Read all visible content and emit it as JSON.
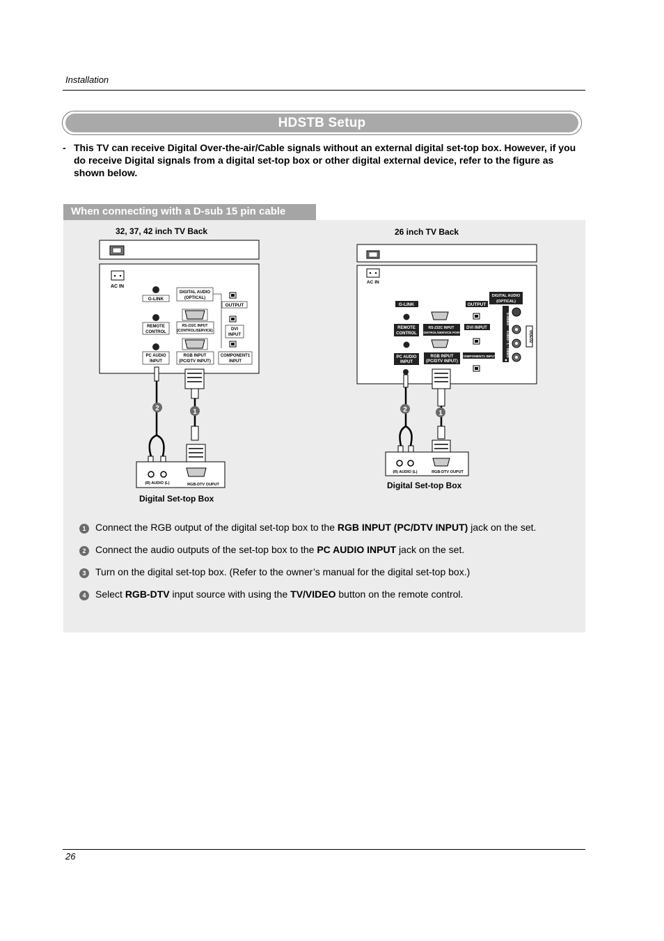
{
  "header": {
    "section": "Installation"
  },
  "title": "HDSTB Setup",
  "intro": {
    "dash": "-",
    "text": "This TV can receive Digital Over-the-air/Cable signals without an external digital set-top box. However, if you do receive Digital signals from a digital set-top box or other digital external device, refer to the figure as shown below."
  },
  "subheading": "When connecting with a D-sub 15 pin cable",
  "left_diagram": {
    "caption": "32, 37, 42 inch TV Back",
    "box_caption": "Digital Set-top Box",
    "labels": {
      "ac_in": "AC IN",
      "g_link": "G-LINK",
      "digital_audio_1": "DIGITAL AUDIO",
      "digital_audio_2": "(OPTICAL)",
      "output": "OUTPUT",
      "remote_1": "REMOTE",
      "remote_2": "CONTROL",
      "rs232_1": "RS-232C INPUT",
      "rs232_2": "(CONTROL/SERVICE)",
      "dvi_1": "DVI",
      "dvi_2": "INPUT",
      "pcaudio_1": "PC AUDIO",
      "pcaudio_2": "INPUT",
      "rgb_1": "RGB INPUT",
      "rgb_2": "(PC/DTV INPUT)",
      "comp_1": "COMPONENT1",
      "comp_2": "INPUT",
      "audio_out": "(R) AUDIO (L)",
      "rgb_out": "RGB-DTV OUPUT",
      "callout_1": "1",
      "callout_2": "2"
    }
  },
  "right_diagram": {
    "caption": "26 inch TV Back",
    "box_caption": "Digital Set-top Box",
    "labels": {
      "ac_in": "AC IN",
      "g_link": "G-LINK",
      "output": "OUTPUT",
      "digital_audio_1": "DIGITAL AUDIO",
      "digital_audio_2": "(OPTICAL)",
      "remote_1": "REMOTE",
      "remote_2": "CONTROL",
      "rs232_1": "RS-232C INPUT",
      "rs232_2": "(CONTROL/SERVICE PORT)",
      "dvi": "DVI INPUT",
      "pcaudio_1": "PC AUDIO",
      "pcaudio_2": "INPUT",
      "rgb_1": "RGB INPUT",
      "rgb_2": "(PC/DTV INPUT)",
      "comp": "COMPONENT1 INPUT",
      "svideo": "S-VIDEO",
      "video_audio": "AUDIO - L - VIDEO",
      "video_in": "VIDEO2",
      "audio_out": "(R) AUDIO (L)",
      "rgb_out": "RGB-DTV OUPUT",
      "callout_1": "1",
      "callout_2": "2"
    }
  },
  "steps": [
    {
      "num": "1",
      "pre": "Connect the RGB output of the digital set-top box to the ",
      "bold": "RGB INPUT (PC/DTV INPUT)",
      "post": " jack on the set."
    },
    {
      "num": "2",
      "pre": "Connect the audio outputs of the set-top box to the ",
      "bold": "PC AUDIO INPUT",
      "post": " jack on the set."
    },
    {
      "num": "3",
      "pre": "Turn on the digital set-top box. (Refer to the owner’s manual for the digital set-top box.)",
      "bold": "",
      "post": ""
    },
    {
      "num": "4",
      "pre": "Select ",
      "bold": "RGB-DTV",
      "mid": " input source with using the ",
      "bold2": "TV/VIDEO",
      "post": " button on the remote control."
    }
  ],
  "footer": {
    "page_number": "26"
  }
}
